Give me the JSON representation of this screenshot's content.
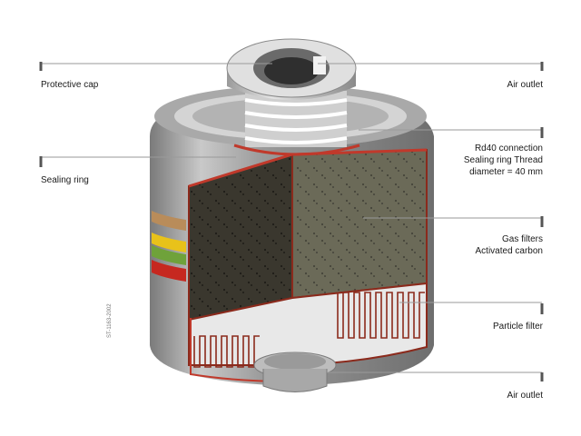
{
  "labels": {
    "protective_cap": "Protective cap",
    "air_outlet_top": "Air outlet",
    "rd40_line1": "Rd40 connection",
    "rd40_line2": "Sealing ring Thread",
    "rd40_line3": "diameter = 40 mm",
    "sealing_ring": "Sealing ring",
    "gas_filters_line1": "Gas filters",
    "gas_filters_line2": "Activated carbon",
    "particle_filter": "Particle filter",
    "air_outlet_bottom": "Air outlet"
  },
  "side_code": "ST-1163-2002",
  "colors": {
    "housing_gray": "#8f8f8f",
    "housing_dark": "#5a5a5a",
    "carbon_dark": "#3a372e",
    "carbon_light": "#6b6a58",
    "particle_red": "#8b2a1c",
    "band_brown": "#b98c5a",
    "band_yellow": "#e8c21a",
    "band_green": "#6fa23a",
    "band_red": "#c62820"
  }
}
